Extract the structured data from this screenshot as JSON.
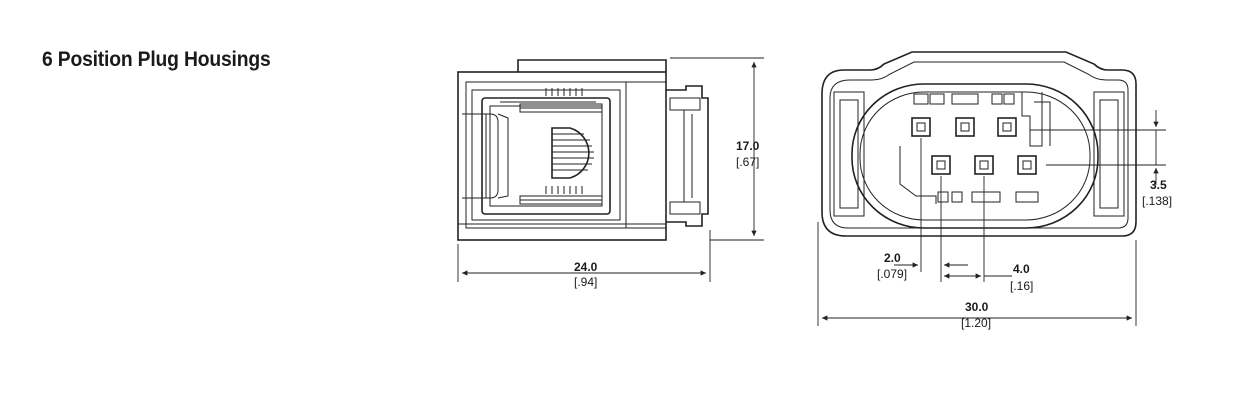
{
  "title": "6 Position Plug Housings",
  "dimensions": {
    "height": {
      "mm": "17.0",
      "in": "[.67]"
    },
    "side_width": {
      "mm": "24.0",
      "in": "[.94]"
    },
    "pitch_small": {
      "mm": "2.0",
      "in": "[.079]"
    },
    "pitch_large": {
      "mm": "4.0",
      "in": "[.16]"
    },
    "row_offset": {
      "mm": "3.5",
      "in": "[.138]"
    },
    "front_width": {
      "mm": "30.0",
      "in": "[1.20]"
    }
  },
  "colors": {
    "line": "#222222",
    "text": "#1a1a1a",
    "background": "#ffffff"
  }
}
